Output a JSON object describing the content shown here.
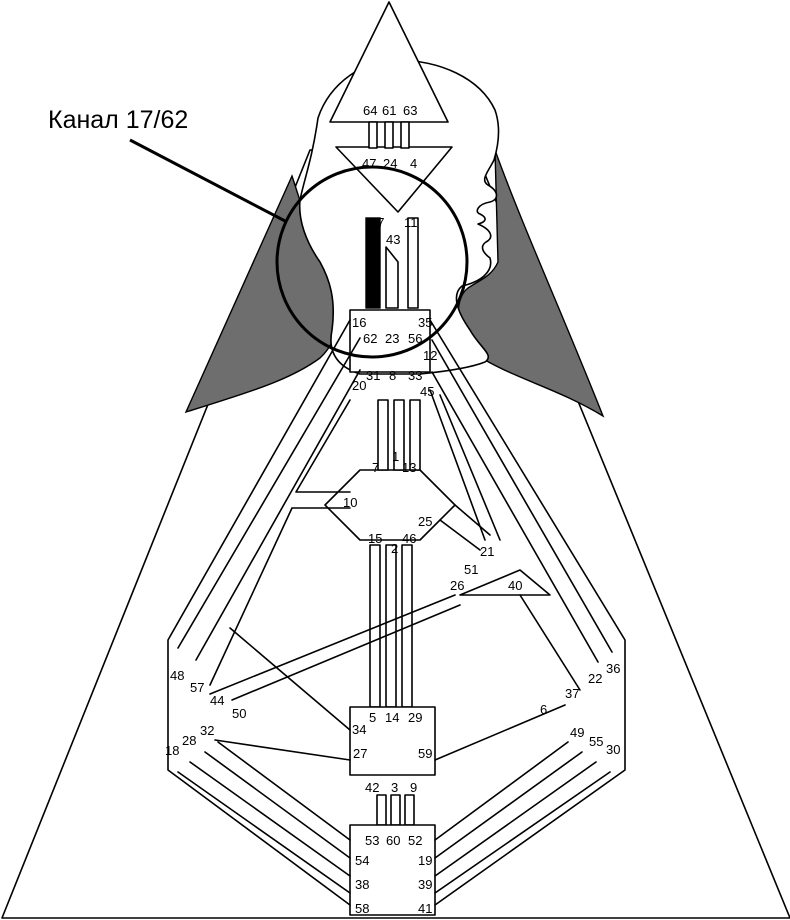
{
  "callout": {
    "label": "Канал 17/62"
  },
  "gates": {
    "g64": "64",
    "g61": "61",
    "g63": "63",
    "g47": "47",
    "g24": "24",
    "g4": "4",
    "g17": "17",
    "g43": "43",
    "g11": "11",
    "g16": "16",
    "g35": "35",
    "g62": "62",
    "g23": "23",
    "g56": "56",
    "g12": "12",
    "g31": "31",
    "g8": "8",
    "g33": "33",
    "g20": "20",
    "g45": "45",
    "g7": "7",
    "g1": "1",
    "g13": "13",
    "g10": "10",
    "g25": "25",
    "g15": "15",
    "g2": "2",
    "g46": "46",
    "g21": "21",
    "g51": "51",
    "g26": "26",
    "g40": "40",
    "g48": "48",
    "g57": "57",
    "g44": "44",
    "g50": "50",
    "g36": "36",
    "g22": "22",
    "g37": "37",
    "g6": "6",
    "g34": "34",
    "g5": "5",
    "g14": "14",
    "g29": "29",
    "g32": "32",
    "g28": "28",
    "g18": "18",
    "g49": "49",
    "g55": "55",
    "g30": "30",
    "g27": "27",
    "g59": "59",
    "g42": "42",
    "g3": "3",
    "g9": "9",
    "g53": "53",
    "g60": "60",
    "g52": "52",
    "g54": "54",
    "g19": "19",
    "g38": "38",
    "g39": "39",
    "g58": "58",
    "g41": "41"
  },
  "colors": {
    "aura": "#6e6e6e",
    "line": "#000000",
    "active_channel": "#000000"
  }
}
